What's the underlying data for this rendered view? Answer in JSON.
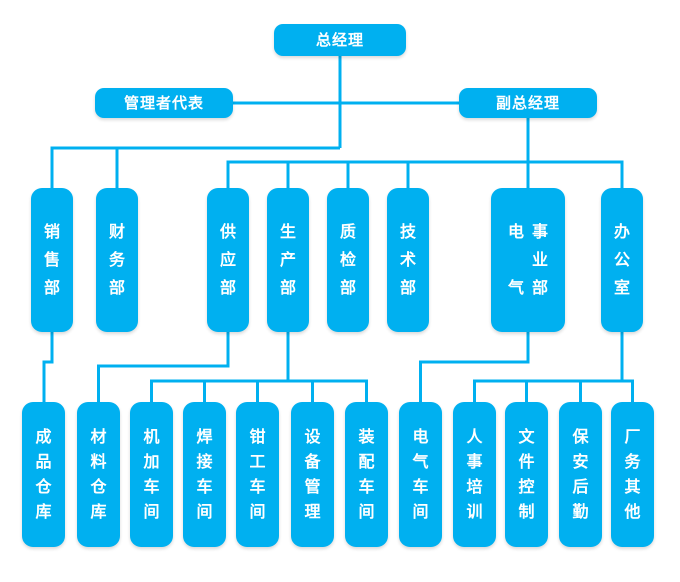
{
  "colors": {
    "accent": "#00b0f0",
    "node_text": "#ffffff",
    "background": "#ffffff"
  },
  "org_chart": {
    "nodes": {
      "gm": {
        "label": "总经理"
      },
      "mgr_rep": {
        "label": "管理者代表"
      },
      "deputy_gm": {
        "label": "副总经理"
      },
      "sales": {
        "label": "销售部"
      },
      "finance": {
        "label": "财务部"
      },
      "supply": {
        "label": "供应部"
      },
      "production": {
        "label": "生产部"
      },
      "quality": {
        "label": "质检部"
      },
      "technology": {
        "label": "技术部"
      },
      "electrical_div": {
        "label": "电气事业部",
        "col1": "电气",
        "col2": "事业部"
      },
      "office": {
        "label": "办公室"
      },
      "finished_warehouse": {
        "label": "成品仓库"
      },
      "material_warehouse": {
        "label": "材料仓库"
      },
      "machining_shop": {
        "label": "机加车间"
      },
      "welding_shop": {
        "label": "焊接车间"
      },
      "fitter_shop": {
        "label": "钳工车间"
      },
      "equipment_mgmt": {
        "label": "设备管理"
      },
      "assembly_shop": {
        "label": "装配车间"
      },
      "electrical_shop": {
        "label": "电气车间"
      },
      "hr_training": {
        "label": "人事培训"
      },
      "document_control": {
        "label": "文件控制"
      },
      "security_logistics": {
        "label": "保安后勤"
      },
      "factory_other": {
        "label": "厂务其他"
      }
    },
    "edges": [
      {
        "from": "总经理",
        "to": "管理者代表"
      },
      {
        "from": "总经理",
        "to": "副总经理"
      },
      {
        "from": "总经理",
        "to": "销售部"
      },
      {
        "from": "总经理",
        "to": "财务部"
      },
      {
        "from": "副总经理",
        "to": "供应部"
      },
      {
        "from": "副总经理",
        "to": "生产部"
      },
      {
        "from": "副总经理",
        "to": "质检部"
      },
      {
        "from": "副总经理",
        "to": "技术部"
      },
      {
        "from": "副总经理",
        "to": "电气事业部"
      },
      {
        "from": "副总经理",
        "to": "办公室"
      },
      {
        "from": "销售部",
        "to": "成品仓库"
      },
      {
        "from": "供应部",
        "to": "材料仓库"
      },
      {
        "from": "生产部",
        "to": "机加车间"
      },
      {
        "from": "生产部",
        "to": "焊接车间"
      },
      {
        "from": "生产部",
        "to": "钳工车间"
      },
      {
        "from": "生产部",
        "to": "设备管理"
      },
      {
        "from": "生产部",
        "to": "装配车间"
      },
      {
        "from": "电气事业部",
        "to": "电气车间"
      },
      {
        "from": "办公室",
        "to": "人事培训"
      },
      {
        "from": "办公室",
        "to": "文件控制"
      },
      {
        "from": "办公室",
        "to": "保安后勤"
      },
      {
        "from": "办公室",
        "to": "厂务其他"
      }
    ]
  }
}
